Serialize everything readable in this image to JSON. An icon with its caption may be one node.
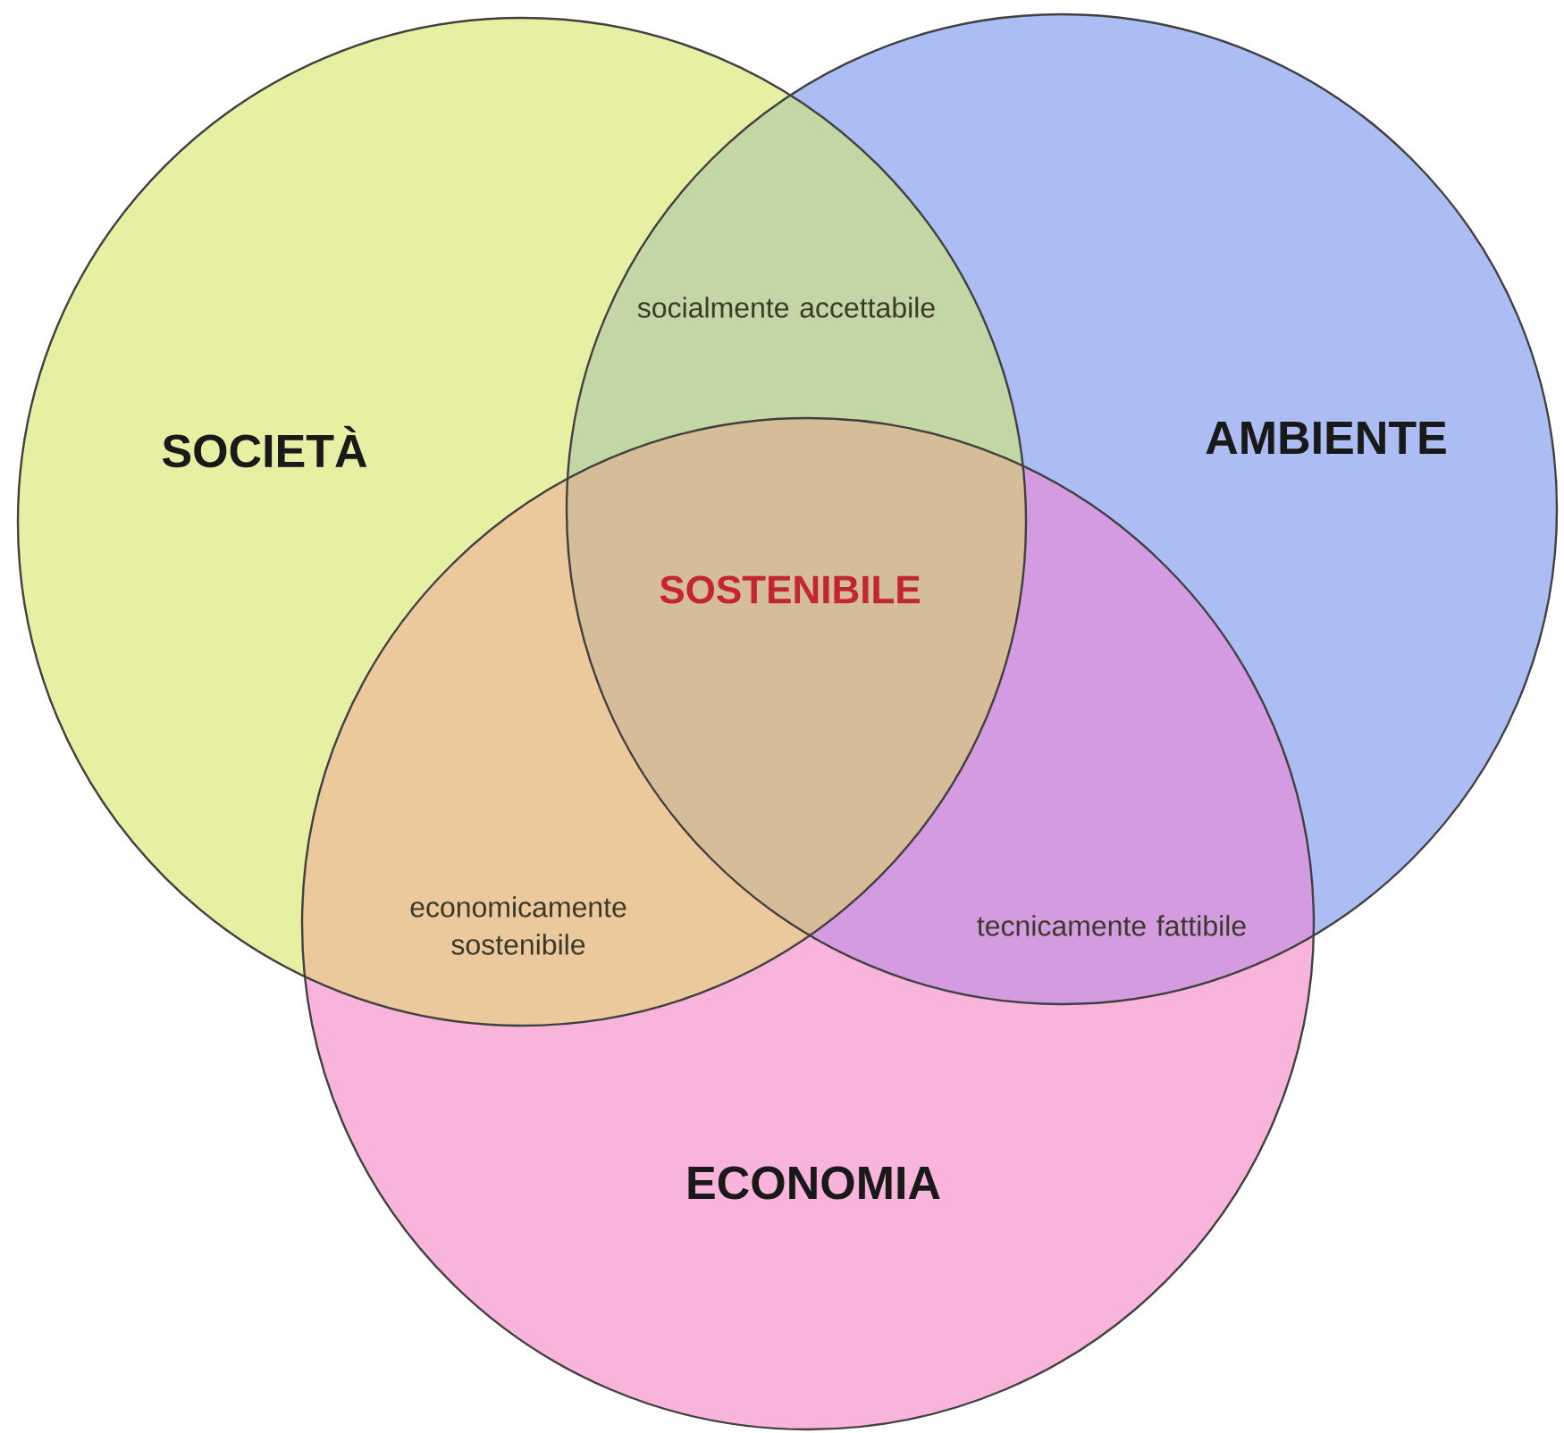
{
  "diagram": {
    "nodes": [
      {
        "text": [
          "SOCIETÀ"
        ]
      },
      {
        "text": [
          "AMBIENTE"
        ]
      },
      {
        "text": [
          "ECONOMIA"
        ]
      }
    ],
    "labels": [
      "socialmente accettabile",
      "SOSTENIBILE",
      "economicamente sostenibile",
      "tecnicamente fattibile"
    ]
  }
}
